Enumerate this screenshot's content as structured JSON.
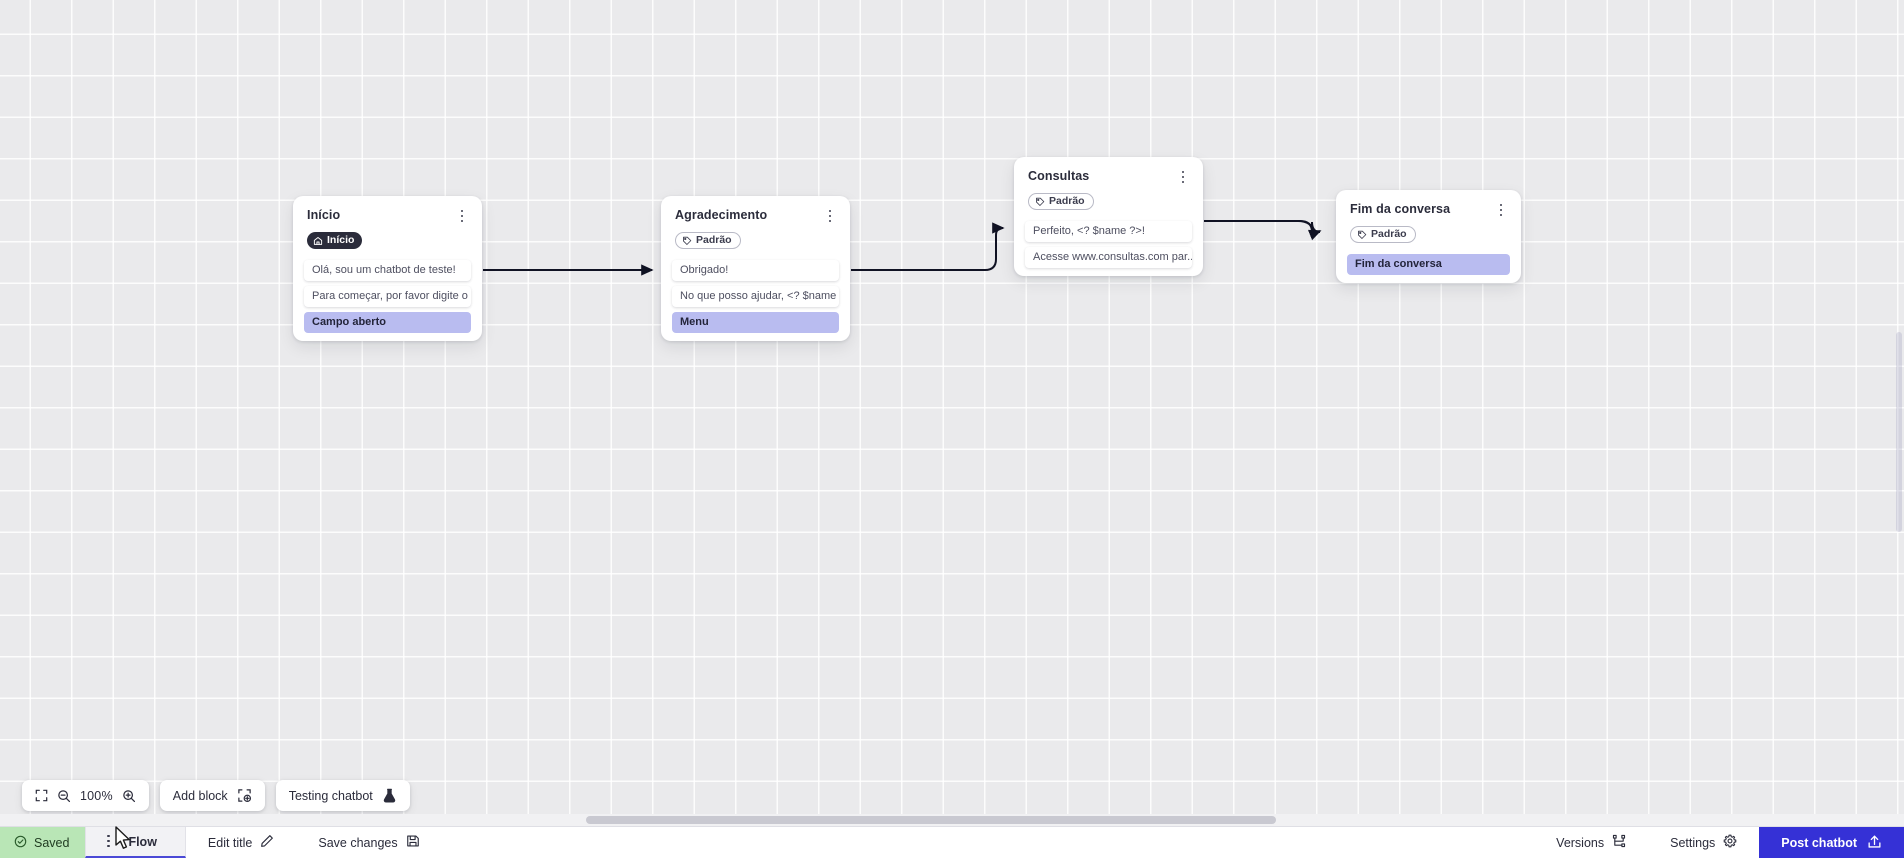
{
  "canvas": {
    "background_color": "#eaeaec",
    "grid_line_color": "#ffffff",
    "nodes": [
      {
        "id": "inicio",
        "title": "Início",
        "badge": {
          "label": "Início",
          "icon": "home-icon",
          "style": "dark"
        },
        "slots": [
          {
            "text": "Olá, sou um chatbot de teste!",
            "accent": false
          },
          {
            "text": "Para começar, por favor digite o ...",
            "accent": false
          },
          {
            "text": "Campo aberto",
            "accent": true
          }
        ]
      },
      {
        "id": "agradecimento",
        "title": "Agradecimento",
        "badge": {
          "label": "Padrão",
          "icon": "tag-icon",
          "style": "outline"
        },
        "slots": [
          {
            "text": "Obrigado!",
            "accent": false
          },
          {
            "text": "No que posso ajudar, <? $name ...",
            "accent": false
          },
          {
            "text": "Menu",
            "accent": true
          }
        ]
      },
      {
        "id": "consultas",
        "title": "Consultas",
        "badge": {
          "label": "Padrão",
          "icon": "tag-icon",
          "style": "outline"
        },
        "slots": [
          {
            "text": "Perfeito, <? $name ?>!",
            "accent": false
          },
          {
            "text": "Acesse www.consultas.com par...",
            "accent": false
          }
        ]
      },
      {
        "id": "fim",
        "title": "Fim da conversa",
        "badge": {
          "label": "Padrão",
          "icon": "tag-icon",
          "style": "outline"
        },
        "slots": [
          {
            "text": "Fim da conversa",
            "accent": true
          }
        ]
      }
    ],
    "edges": [
      {
        "from": "inicio",
        "to": "agradecimento"
      },
      {
        "from": "agradecimento",
        "to": "consultas"
      },
      {
        "from": "consultas",
        "to": "fim"
      }
    ],
    "accent_slot_color": "#b9bcf0",
    "node_menu_icon": "kebab-menu-icon"
  },
  "toolbar": {
    "fit_icon": "fit-screen-icon",
    "zoom_out_icon": "zoom-out-icon",
    "zoom_level": "100%",
    "zoom_in_icon": "zoom-in-icon",
    "add_block_label": "Add block",
    "add_block_icon": "add-block-icon",
    "testing_chatbot_label": "Testing chatbot",
    "testing_chatbot_icon": "flask-icon"
  },
  "statusbar": {
    "saved_label": "Saved",
    "saved_icon": "check-circle-icon",
    "saved_color": "#b9e6b6",
    "flow_tab_label": "Flow",
    "flow_tab_menu_icon": "kebab-menu-icon",
    "flow_tab_underline_color": "#4b49d6",
    "edit_title_label": "Edit title",
    "edit_title_icon": "pencil-icon",
    "save_changes_label": "Save changes",
    "save_changes_icon": "floppy-disk-icon",
    "versions_label": "Versions",
    "versions_icon": "branch-icon",
    "settings_label": "Settings",
    "settings_icon": "gear-icon",
    "post_chatbot_label": "Post chatbot",
    "post_chatbot_icon": "upload-icon",
    "post_chatbot_color": "#3531d6"
  }
}
